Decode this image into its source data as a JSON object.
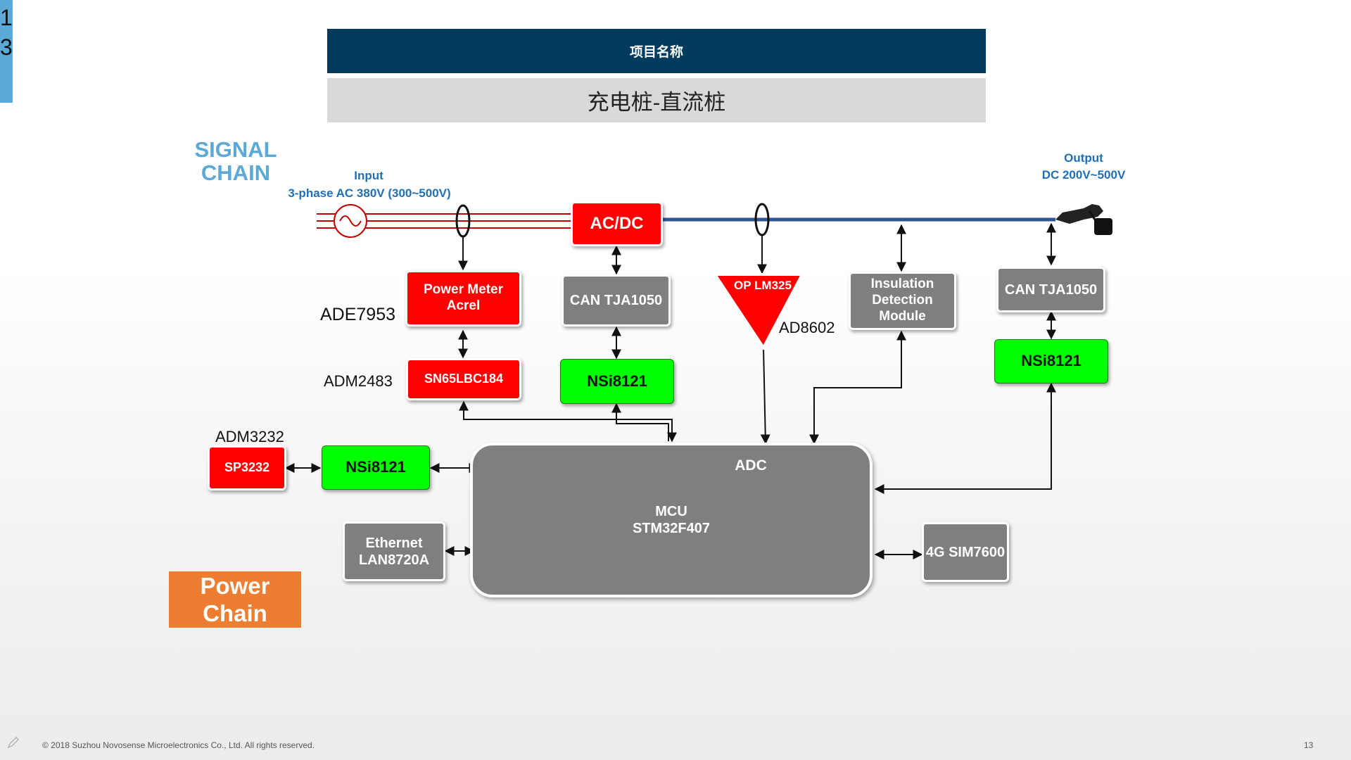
{
  "page_number_vertical": "13",
  "header": {
    "title": "项目名称",
    "subtitle": "充电桩-直流桩"
  },
  "labels": {
    "signal_chain": "SIGNAL CHAIN",
    "power_chain": "Power Chain",
    "input_title": "Input",
    "input_spec": "3-phase AC 380V (300~500V)",
    "output_title": "Output",
    "output_spec": "DC 200V~500V"
  },
  "blocks": {
    "acdc": "AC/DC",
    "power_meter": "Power Meter Acrel",
    "sn65": "SN65LBC184",
    "can_left": "CAN TJA1050",
    "nsi_can_left": "NSi8121",
    "op": "OP LM325",
    "insulation": "Insulation Detection Module",
    "can_right": "CAN TJA1050",
    "nsi_can_right": "NSi8121",
    "sp3232": "SP3232",
    "nsi_uart": "NSi8121",
    "adc": "ADC",
    "mcu_line1": "MCU",
    "mcu_line2": "STM32F407",
    "ethernet": "Ethernet LAN8720A",
    "modem": "4G SIM7600"
  },
  "alt_parts": {
    "ade7953": "ADE7953",
    "adm2483": "ADM2483",
    "adm3232": "ADM3232",
    "ad8602": "AD8602"
  },
  "footer": {
    "copyright": "© 2018 Suzhou Novosense Microelectronics Co., Ltd.  All rights reserved.",
    "page": "13"
  },
  "colors": {
    "title_bar": "#003a5d",
    "subtitle_bar": "#d9d9d9",
    "signal_chain": "#5aa9d6",
    "power_chain": "#ed7d31",
    "red_block": "#ff0000",
    "gray_block": "#7f7f7f",
    "green_block": "#00ff00",
    "dc_bus": "#2f5597"
  }
}
